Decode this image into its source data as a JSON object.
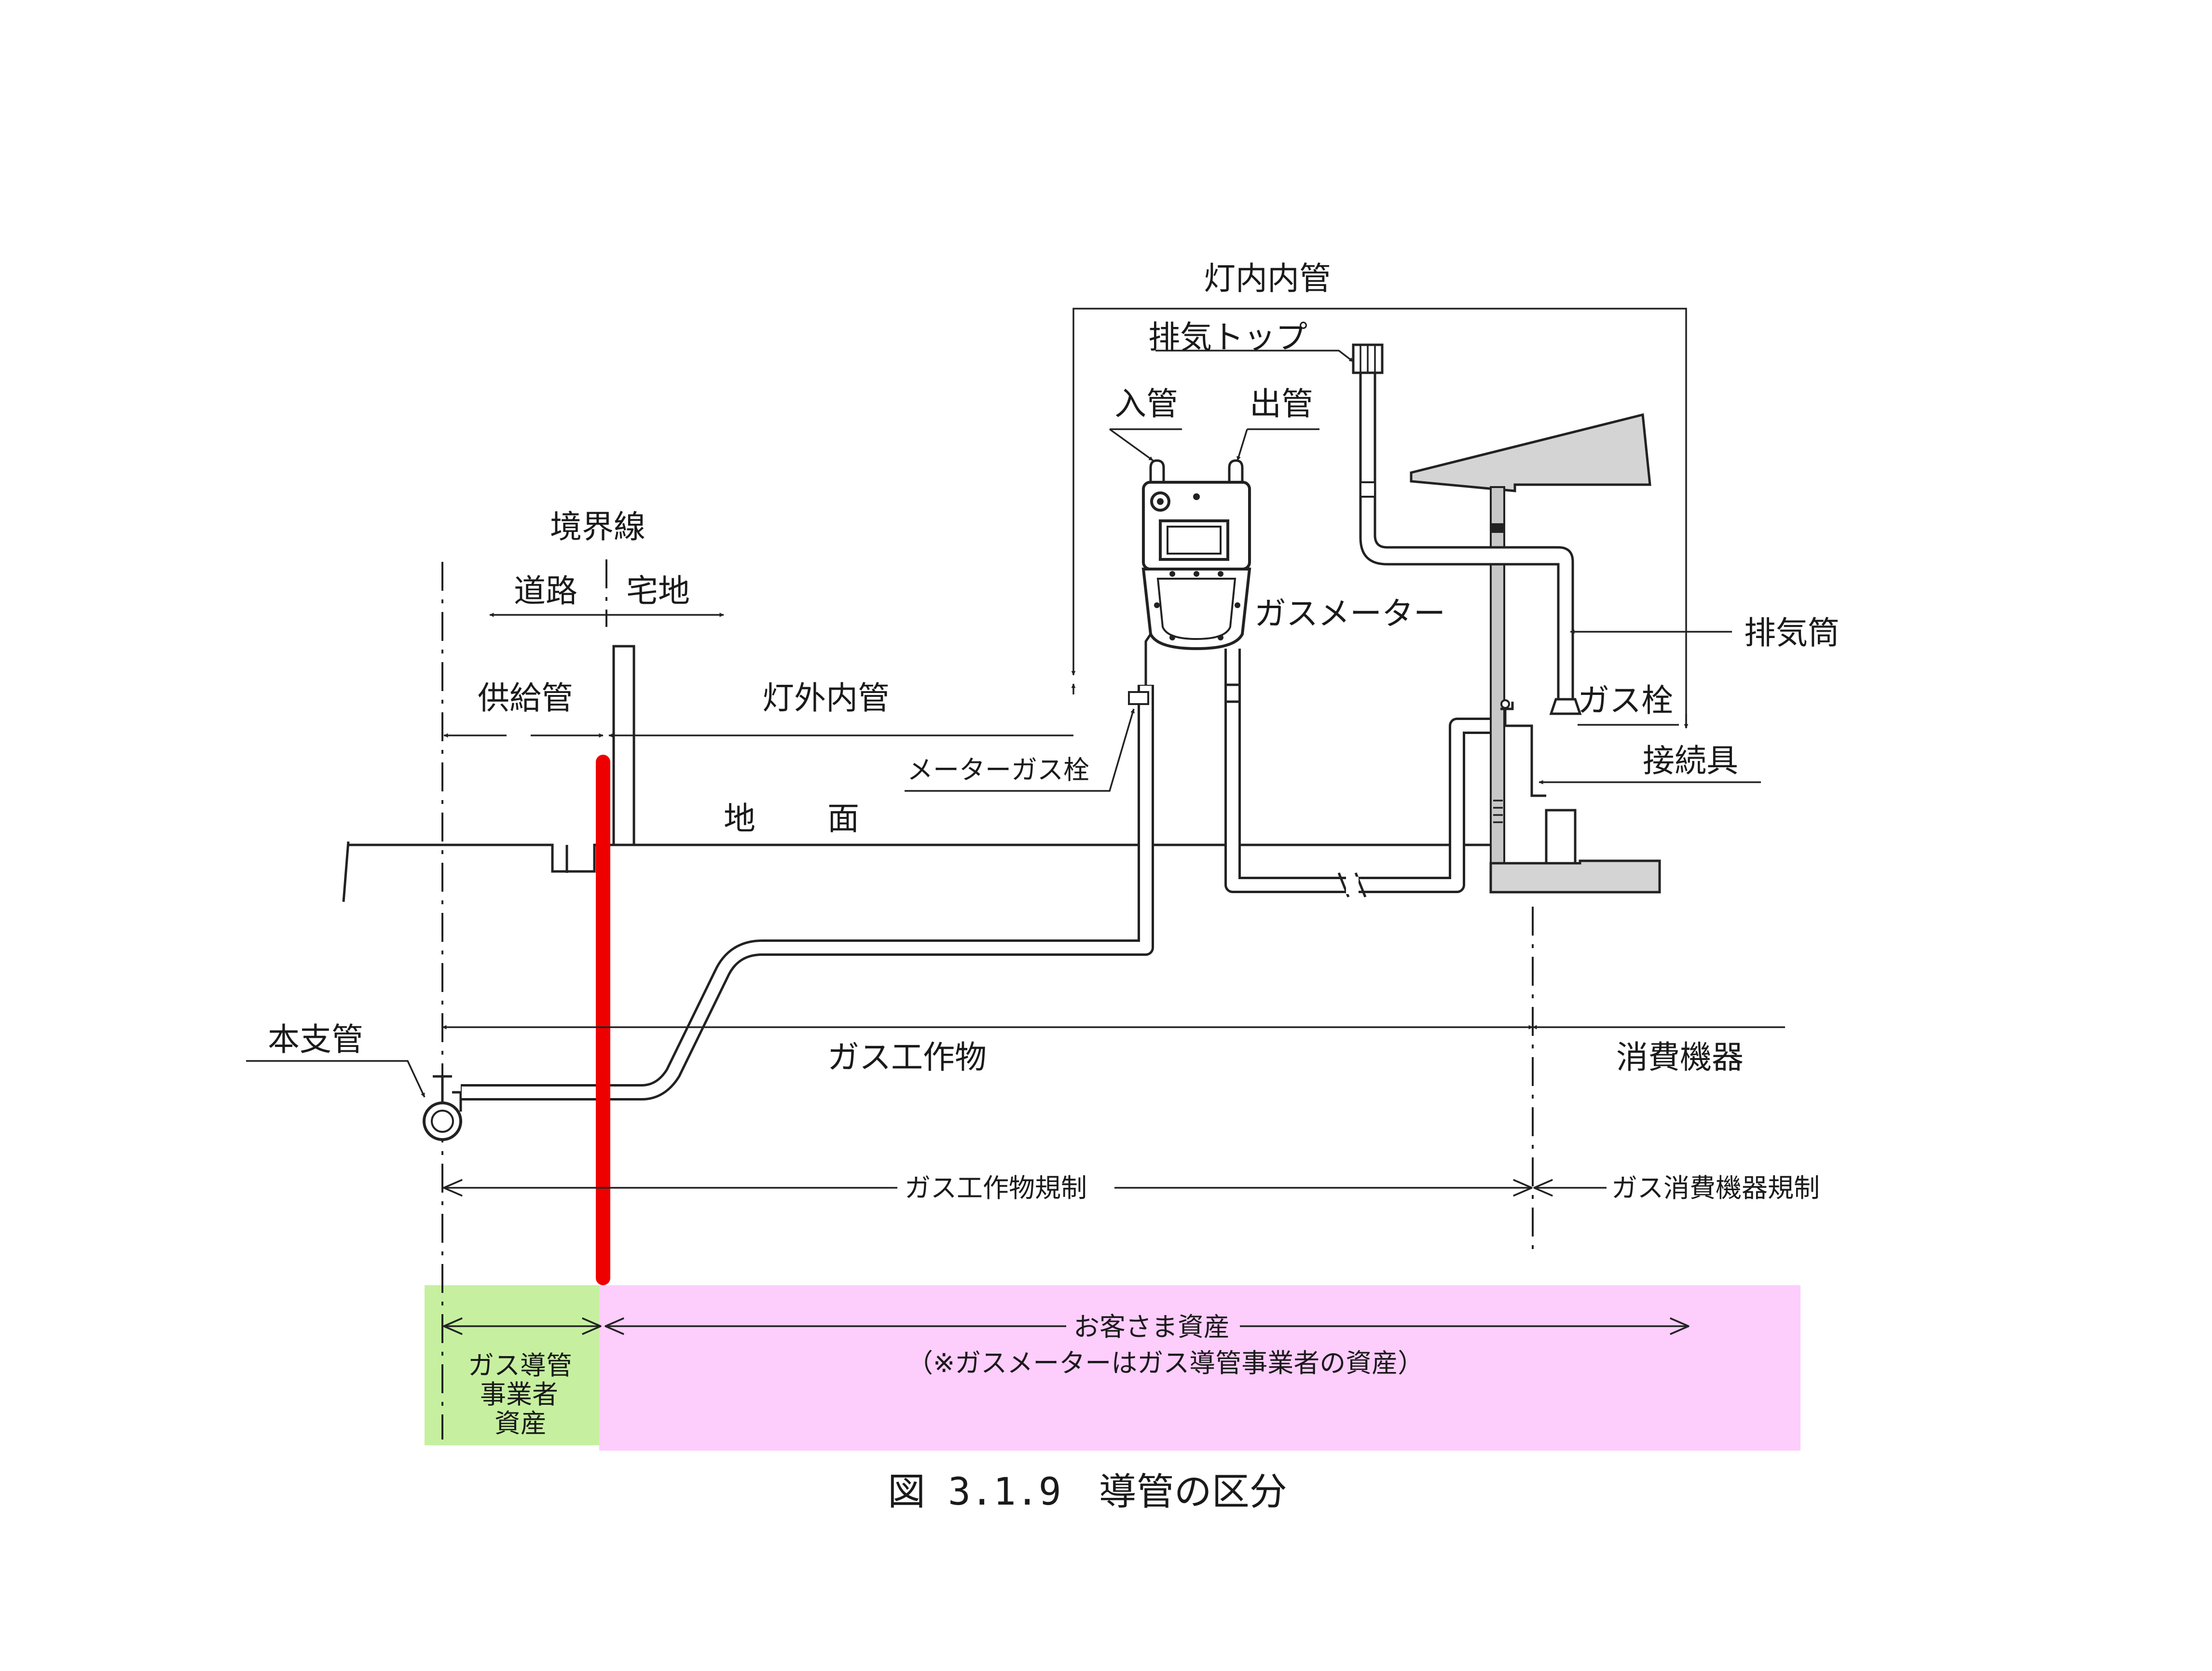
{
  "labels": {
    "toukounai": "灯内内管",
    "haiki_top": "排気トップ",
    "iri_kan": "入管",
    "de_kan": "出管",
    "kyoukaisen": "境界線",
    "douro": "道路",
    "takuchi": "宅地",
    "gas_meter": "ガスメーター",
    "haikitou": "排気筒",
    "kyoukyuukan": "供給管",
    "tougainai": "灯外内管",
    "gasusen": "ガス栓",
    "setsuzokugu": "接続具",
    "meter_gasusen": "メーターガス栓",
    "ji": "地",
    "men": "面",
    "honshikan": "本支管",
    "gas_kousakubutsu": "ガス工作物",
    "shouhi_kiki": "消費機器",
    "gas_kousakubutsu_kisei": "ガス工作物規制",
    "gas_shouhi_kiki_kisei": "ガス消費機器規制",
    "okyakusama_shisan": "お客さま資産",
    "okyakusama_note": "（※ガスメーターはガス導管事業者の資産）",
    "jigyousha_line1": "ガス導管",
    "jigyousha_line2": "事業者",
    "jigyousha_line3": "資産"
  },
  "caption": "図 3.1.9　導管の区分",
  "colors": {
    "boundary_red": "#ee0000",
    "operator_asset_green": "#c6f0a0",
    "customer_asset_pink": "#fdcdfc",
    "building_gray": "#d4d4d4",
    "line": "#222222"
  }
}
